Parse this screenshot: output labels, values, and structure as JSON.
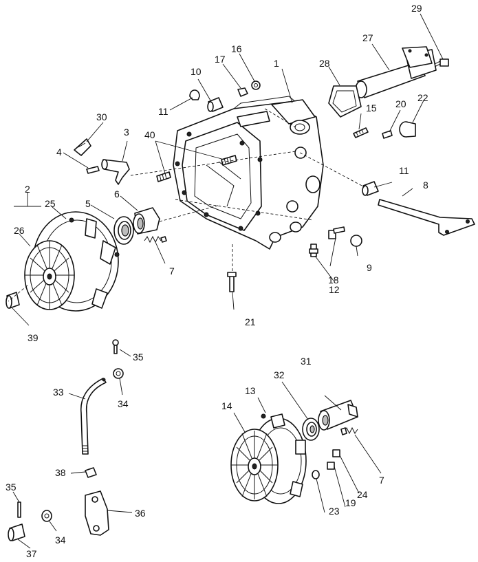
{
  "callouts": {
    "c1": "1",
    "c2": "2",
    "c3": "3",
    "c4": "4",
    "c5": "5",
    "c6": "6",
    "c7a": "7",
    "c7b": "7",
    "c8": "8",
    "c9": "9",
    "c10": "10",
    "c11a": "11",
    "c11b": "11",
    "c12": "12",
    "c13": "13",
    "c14": "14",
    "c15": "15",
    "c16": "16",
    "c17": "17",
    "c18": "18",
    "c19": "19",
    "c20": "20",
    "c21": "21",
    "c22": "22",
    "c23": "23",
    "c24": "24",
    "c25": "25",
    "c26": "26",
    "c27": "27",
    "c28": "28",
    "c29": "29",
    "c30": "30",
    "c31": "31",
    "c32": "32",
    "c33": "33",
    "c34a": "34",
    "c34b": "34",
    "c35a": "35",
    "c35b": "35",
    "c36": "36",
    "c37": "37",
    "c38": "38",
    "c39": "39",
    "c40": "40"
  }
}
